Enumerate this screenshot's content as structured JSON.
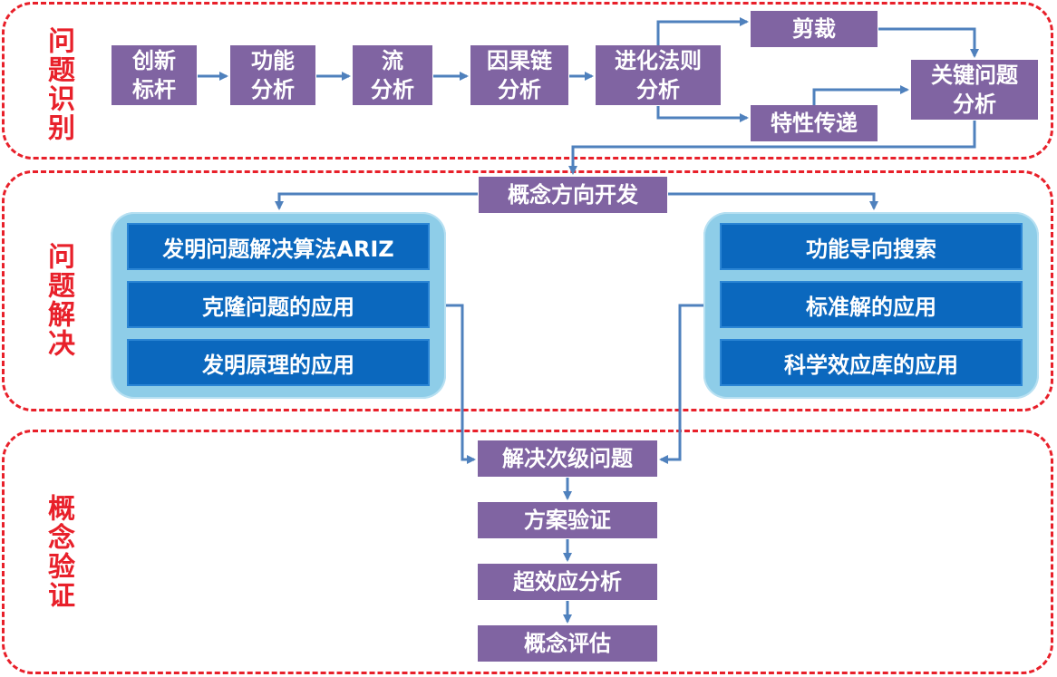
{
  "phases": {
    "identification": "问题识别",
    "solution": "问题解决",
    "verification": "概念验证"
  },
  "stage1": {
    "benchmark": "创新\n标杆",
    "function_analysis": "功能\n分析",
    "flow_analysis": "流\n分析",
    "causal_chain": "因果链\n分析",
    "evolution_laws": "进化法则\n分析",
    "trimming": "剪裁",
    "feature_transfer": "特性传递",
    "key_problem": "关键问题\n分析"
  },
  "concept_direction": "概念方向开发",
  "left_group": [
    "发明问题解决算法ARIZ",
    "克隆问题的应用",
    "发明原理的应用"
  ],
  "right_group": [
    "功能导向搜索",
    "标准解的应用",
    "科学效应库的应用"
  ],
  "stage3": [
    "解决次级问题",
    "方案验证",
    "超效应分析",
    "概念评估"
  ],
  "colors": {
    "dash": "#e8202a",
    "purple": "#8064a2",
    "blue": "#0b68be",
    "group_bg": "#8ecde8",
    "arrow": "#4f81bd"
  }
}
